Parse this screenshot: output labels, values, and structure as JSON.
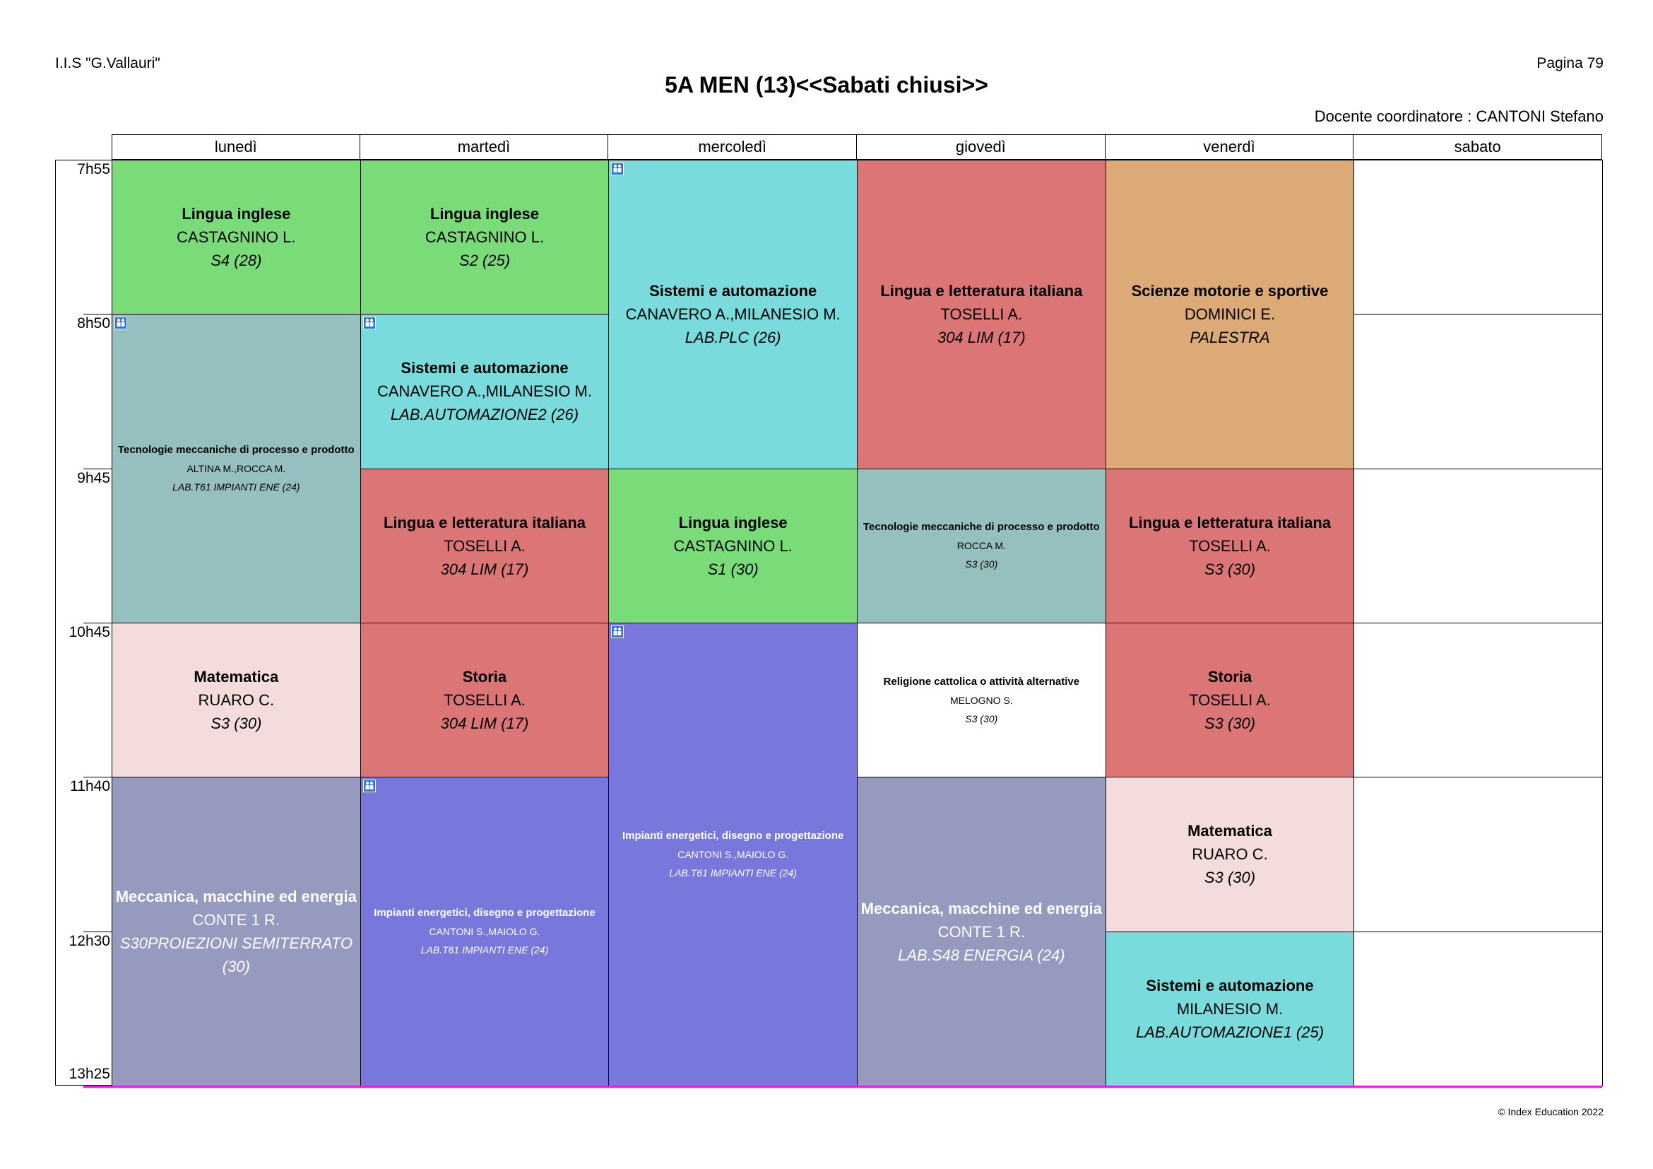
{
  "header": {
    "school": "I.I.S \"G.Vallauri\"",
    "page": "Pagina 79",
    "title": "5A MEN (13)<<Sabati chiusi>>",
    "coordinator": "Docente coordinatore : CANTONI Stefano"
  },
  "days": [
    "lunedì",
    "martedì",
    "mercoledì",
    "giovedì",
    "venerdì",
    "sabato"
  ],
  "times": [
    "7h55",
    "8h50",
    "9h45",
    "10h45",
    "11h40",
    "12h30",
    "13h25"
  ],
  "colors": {
    "english": "#7adb79",
    "systems": "#79dbdb",
    "italian": "#dc7676",
    "sport": "#dcaa77",
    "tech": "#96bfbf",
    "math": "#f5dcdc",
    "energy": "#7878dc",
    "mechanics": "#969abf",
    "religion": "#ffffff"
  },
  "lessons": [
    {
      "day": 0,
      "start": 0,
      "span": 1,
      "subject": "Lingua inglese",
      "teacher": "CASTAGNINO L.",
      "room": "S4 (28)",
      "color": "english"
    },
    {
      "day": 0,
      "start": 1,
      "span": 2,
      "subject": "Tecnologie meccaniche di processo e prodotto",
      "teacher": "ALTINA M.,ROCCA M.",
      "room": "LAB.T61 IMPIANTI ENE (24)",
      "color": "tech",
      "small": true,
      "group_icon": "group-icon"
    },
    {
      "day": 0,
      "start": 3,
      "span": 1,
      "subject": "Matematica",
      "teacher": "RUARO C.",
      "room": "S3 (30)",
      "color": "math"
    },
    {
      "day": 0,
      "start": 4,
      "span": 2,
      "subject": "Meccanica, macchine ed energia",
      "teacher": "CONTE 1 R.",
      "room": "S30PROIEZIONI SEMITERRATO (30)",
      "color": "mechanics",
      "light": true,
      "mid": true
    },
    {
      "day": 1,
      "start": 0,
      "span": 1,
      "subject": "Lingua inglese",
      "teacher": "CASTAGNINO L.",
      "room": "S2 (25)",
      "color": "english"
    },
    {
      "day": 1,
      "start": 1,
      "span": 1,
      "subject": "Sistemi e automazione",
      "teacher": "CANAVERO A.,MILANESIO M.",
      "room": "LAB.AUTOMAZIONE2 (26)",
      "color": "systems",
      "group_icon": "group-icon"
    },
    {
      "day": 1,
      "start": 2,
      "span": 1,
      "subject": "Lingua e letteratura italiana",
      "teacher": "TOSELLI A.",
      "room": "304 LIM (17)",
      "color": "italian"
    },
    {
      "day": 1,
      "start": 3,
      "span": 1,
      "subject": "Storia",
      "teacher": "TOSELLI A.",
      "room": "304 LIM (17)",
      "color": "italian"
    },
    {
      "day": 1,
      "start": 4,
      "span": 2,
      "subject": "Impianti energetici, disegno e progettazione",
      "teacher": "CANTONI S.,MAIOLO G.",
      "room": "LAB.T61 IMPIANTI ENE (24)",
      "color": "energy",
      "small": true,
      "light": true,
      "group_icon": "group-icon"
    },
    {
      "day": 2,
      "start": 0,
      "span": 2,
      "subject": "Sistemi e automazione",
      "teacher": "CANAVERO A.,MILANESIO M.",
      "room": "LAB.PLC (26)",
      "color": "systems",
      "group_icon": "group-icon"
    },
    {
      "day": 2,
      "start": 2,
      "span": 1,
      "subject": "Lingua inglese",
      "teacher": "CASTAGNINO L.",
      "room": "S1 (30)",
      "color": "english"
    },
    {
      "day": 2,
      "start": 3,
      "span": 3,
      "subject": "Impianti energetici, disegno e progettazione",
      "teacher": "CANTONI S.,MAIOLO G.",
      "room": "LAB.T61 IMPIANTI ENE (24)",
      "color": "energy",
      "small": true,
      "light": true,
      "group_icon": "group-icon"
    },
    {
      "day": 3,
      "start": 0,
      "span": 2,
      "subject": "Lingua e letteratura italiana",
      "teacher": "TOSELLI A.",
      "room": "304 LIM (17)",
      "color": "italian"
    },
    {
      "day": 3,
      "start": 2,
      "span": 1,
      "subject": "Tecnologie meccaniche di processo e prodotto",
      "teacher": "ROCCA M.",
      "room": "S3 (30)",
      "color": "tech",
      "small": true
    },
    {
      "day": 3,
      "start": 3,
      "span": 1,
      "subject": "Religione cattolica o attività alternative",
      "teacher": "MELOGNO S.",
      "room": "S3 (30)",
      "color": "religion",
      "small": true
    },
    {
      "day": 3,
      "start": 4,
      "span": 2,
      "subject": "Meccanica, macchine ed energia",
      "teacher": "CONTE 1 R.",
      "room": "LAB.S48 ENERGIA (24)",
      "color": "mechanics",
      "light": true
    },
    {
      "day": 4,
      "start": 0,
      "span": 2,
      "subject": "Scienze motorie e sportive",
      "teacher": "DOMINICI E.",
      "room": "PALESTRA",
      "color": "sport"
    },
    {
      "day": 4,
      "start": 2,
      "span": 1,
      "subject": "Lingua e letteratura italiana",
      "teacher": "TOSELLI A.",
      "room": "S3 (30)",
      "color": "italian"
    },
    {
      "day": 4,
      "start": 3,
      "span": 1,
      "subject": "Storia",
      "teacher": "TOSELLI A.",
      "room": "S3 (30)",
      "color": "italian"
    },
    {
      "day": 4,
      "start": 4,
      "span": 1,
      "subject": "Matematica",
      "teacher": "RUARO C.",
      "room": "S3 (30)",
      "color": "math"
    },
    {
      "day": 4,
      "start": 5,
      "span": 1,
      "subject": "Sistemi e automazione",
      "teacher": "MILANESIO M.",
      "room": "LAB.AUTOMAZIONE1 (25)",
      "color": "systems"
    }
  ],
  "footer": "© Index Education 2022"
}
